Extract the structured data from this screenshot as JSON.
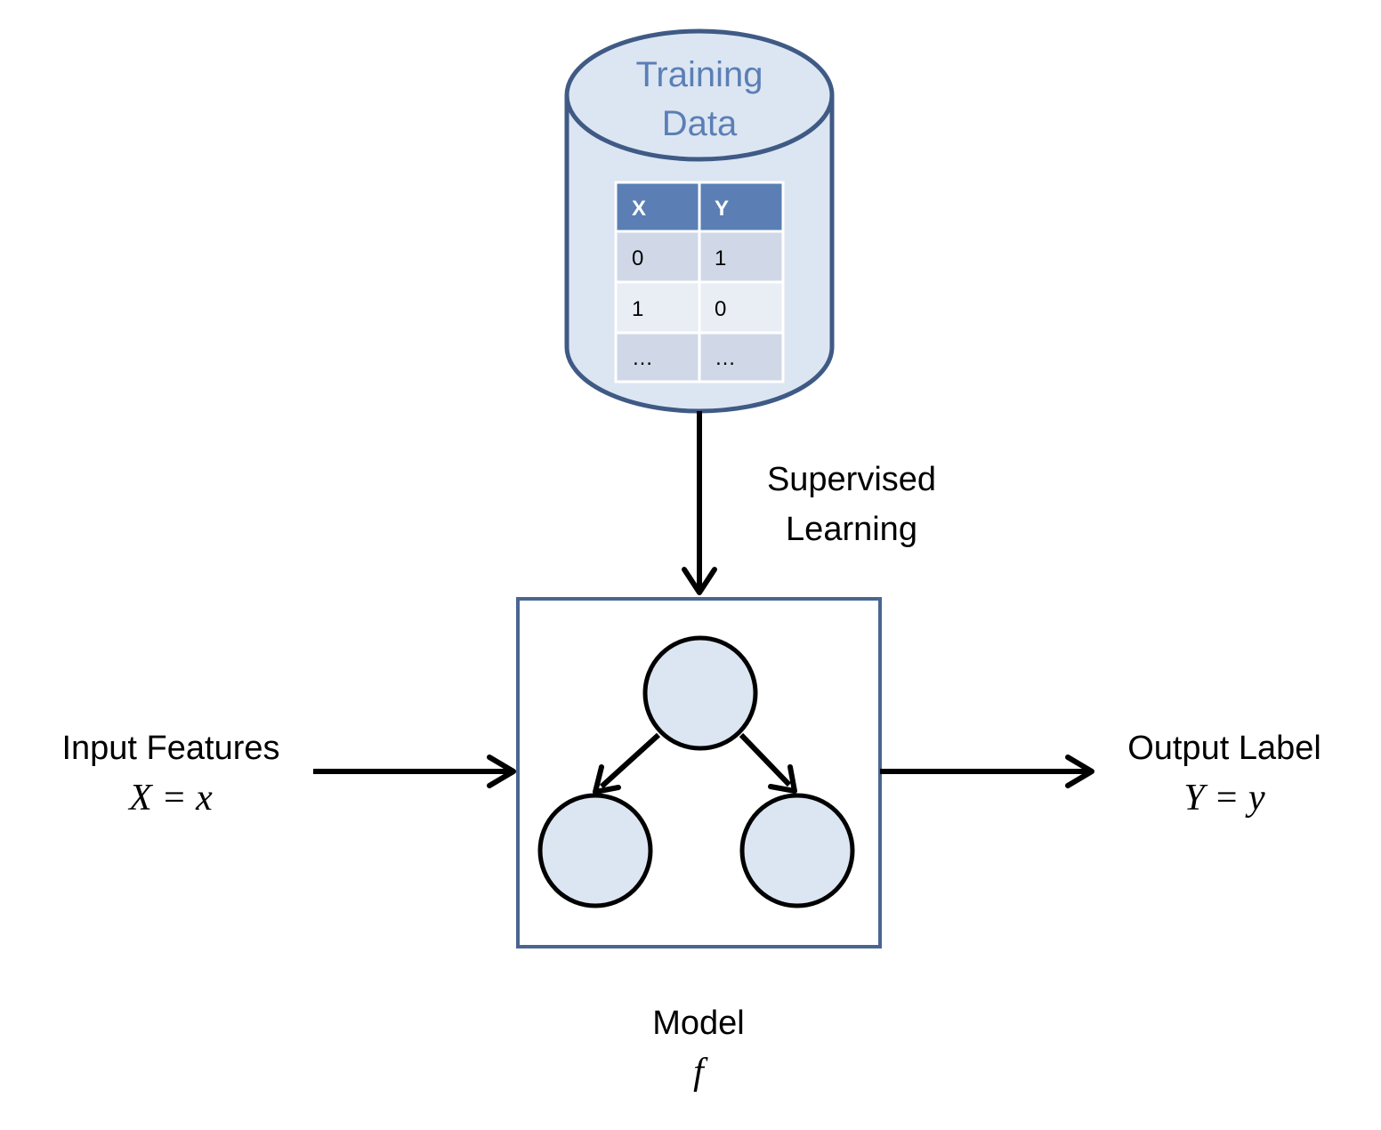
{
  "training_data": {
    "title_line1": "Training",
    "title_line2": "Data",
    "table": {
      "headers": [
        "X",
        "Y"
      ],
      "rows": [
        [
          "0",
          "1"
        ],
        [
          "1",
          "0"
        ],
        [
          "…",
          "…"
        ]
      ]
    }
  },
  "learning_edge": {
    "line1": "Supervised",
    "line2": "Learning"
  },
  "input": {
    "label": "Input Features",
    "expression": "X = x"
  },
  "output": {
    "label": "Output Label",
    "expression": "Y = y"
  },
  "model": {
    "label": "Model",
    "symbol": "f"
  },
  "colors": {
    "node_fill": "#dce6f2",
    "border": "#4a6690",
    "table_header": "#5b7fb5",
    "table_row_dark": "#d0d8e8",
    "table_row_light": "#e9edf4",
    "db_title": "#5b7fb5"
  }
}
